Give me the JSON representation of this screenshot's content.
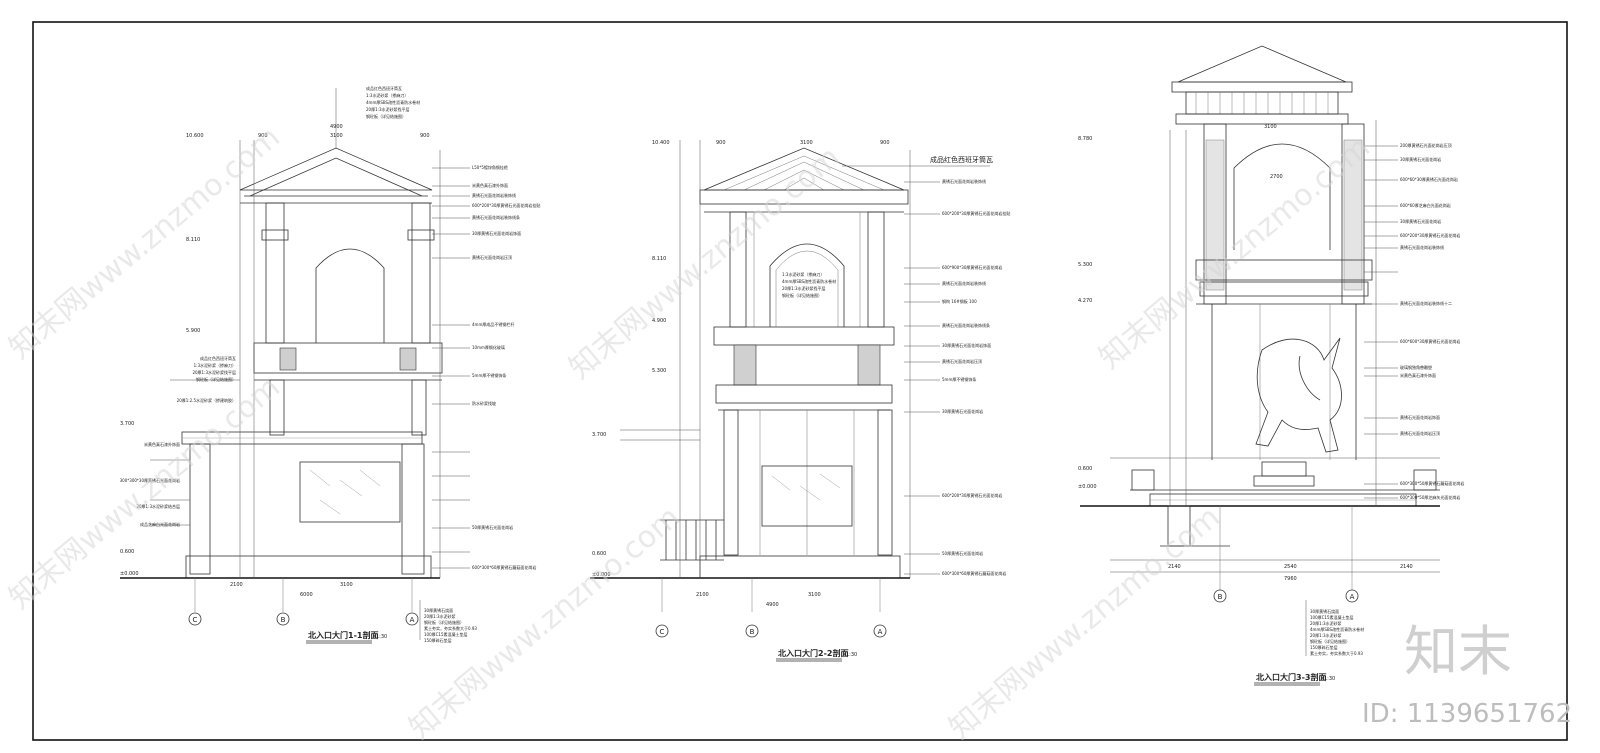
{
  "sheet": {
    "frame_color": "#111111",
    "line_color": "#333333",
    "watermark_color": "#d0d0d0"
  },
  "section1": {
    "title": "北入口大门1-1剖面",
    "scale": "1:30",
    "elevations": [
      "10.600",
      "8.110",
      "5.900",
      "3.700",
      "0.600",
      "±0.000"
    ],
    "axes": [
      "C",
      "B",
      "A"
    ],
    "dims_top": [
      "4900",
      "900",
      "3100",
      "900"
    ],
    "dims_bottom": [
      "2100",
      "3100",
      "6000"
    ],
    "top_notes": [
      "成品红色西班牙筒瓦",
      "1:3水泥砂浆（掺麻刀）",
      "4mm厚SBS改性沥青防水卷材",
      "20厚1:3水泥砂浆找平层",
      "钢砼板（详见结施图）"
    ],
    "right_notes": [
      "L50*5镀锌角钢挂檐",
      "米黄色真石漆外饰面",
      "黄锈石光面花岗岩装饰线",
      "600*200*30厚黄锈石光面花岗岩挂贴",
      "黄锈石光面花岗岩装饰线条",
      "30厚黄锈石光面花岗岩饰面",
      "黄锈石光面花岗岩压顶",
      "4mm厚成品不锈钢栏杆",
      "10mm厚钢化玻璃",
      "5mm厚不锈钢饰条",
      "防水砂浆找坡",
      "50厚黄锈石光面花岗岩",
      "600*300*60厚黄锈石蘑菇面花岗岩"
    ],
    "left_notes": [
      "成品红色西班牙筒瓦",
      "1:3水泥砂浆（掺麻刀）",
      "20厚1:3水泥砂浆找平层",
      "钢砼板（详见结施图）",
      "20厚1:2.5水泥砂浆（掺建筑胶）",
      "米黄色真石漆外饰面",
      "300*300*30厚黄锈石光面花岗岩",
      "成品芝麻白光面花岗岩",
      "20厚1:3水泥砂浆结合层"
    ],
    "bottom_notes": [
      "30厚黄锈石烧面",
      "20厚1:3水泥砂浆",
      "钢砼板（详见结施图）",
      "素土夯实，夯实系数大于0.93",
      "100厚C15素混凝土垫层",
      "150厚碎石垫层"
    ]
  },
  "section2": {
    "title": "北入口大门2-2剖面",
    "scale": "1:30",
    "elevations": [
      "10.400",
      "8.110",
      "4.900",
      "5.300",
      "3.700",
      "0.600",
      "±0.000"
    ],
    "axes": [
      "C",
      "B",
      "A"
    ],
    "dims_top": [
      "900",
      "3100",
      "900"
    ],
    "dims_bottom": [
      "2100",
      "3100",
      "4900"
    ],
    "callout": "成品红色西班牙筒瓦",
    "right_notes": [
      "黄锈石光面花岗岩装饰线",
      "600*200*30厚黄锈石光面花岗岩挂贴",
      "600*900*30厚黄锈石光面花岗岩",
      "黄锈石光面花岗岩装饰线",
      "钢构 16#钢板 100",
      "黄锈石光面花岗岩装饰线条",
      "30厚黄锈石光面花岗岩饰面",
      "黄锈石光面花岗岩压顶",
      "5mm厚不锈钢饰条",
      "30厚黄锈石光面花岗岩",
      "600*200*30厚黄锈石光面花岗岩",
      "50厚黄锈石光面花岗岩",
      "600*300*60厚黄锈石蘑菇面花岗岩"
    ],
    "inner_notes": [
      "1:3水泥砂浆（掺麻刀）",
      "4mm厚SBS改性沥青防水卷材",
      "20厚1:3水泥砂浆找平层",
      "钢砼板（详见结施图）"
    ]
  },
  "section3": {
    "title": "北入口大门3-3剖面",
    "scale": "1:30",
    "elevations": [
      "8.780",
      "5.300",
      "4.270",
      "0.600",
      "±0.000"
    ],
    "axes": [
      "B",
      "A"
    ],
    "dims_top": [
      "3100",
      "2700"
    ],
    "dims_bottom": [
      "2140",
      "2540",
      "2140",
      "7960"
    ],
    "right_notes": [
      "200厚黄锈石光面花岗岩压顶",
      "30厚黄锈石光面花岗岩",
      "600*60*30厚黄锈石光面花岗岩",
      "600*60厚芝麻白光面花岗岩",
      "30厚黄锈石光面花岗岩",
      "600*200*30厚黄锈石光面花岗岩",
      "黄锈石光面花岗岩装饰线",
      "黄锈石光面花岗岩装饰线十二",
      "600*600*30厚黄锈石光面花岗岩",
      "玻璃钢独角兽雕塑",
      "米黄色真石漆外饰面",
      "黄锈石光面花岗岩饰面",
      "黄锈石光面花岗岩压顶",
      "600*300*50厚黄锈石蘑菇面花岗岩",
      "600*300*50厚芝麻灰光面花岗岩"
    ],
    "bottom_notes": [
      "30厚黄锈石烧面",
      "100厚C15素混凝土垫层",
      "20厚1:3水泥砂浆",
      "4mm厚SBS改性沥青防水卷材",
      "20厚1:3水泥砂浆",
      "钢砼板（详见结施图）",
      "150厚碎石垫层",
      "素土夯实，夯实系数大于0.93"
    ]
  },
  "brand": {
    "logo": "知末",
    "id": "ID: 1139651762",
    "watermark_text": "知末网www.znzmo.com"
  }
}
